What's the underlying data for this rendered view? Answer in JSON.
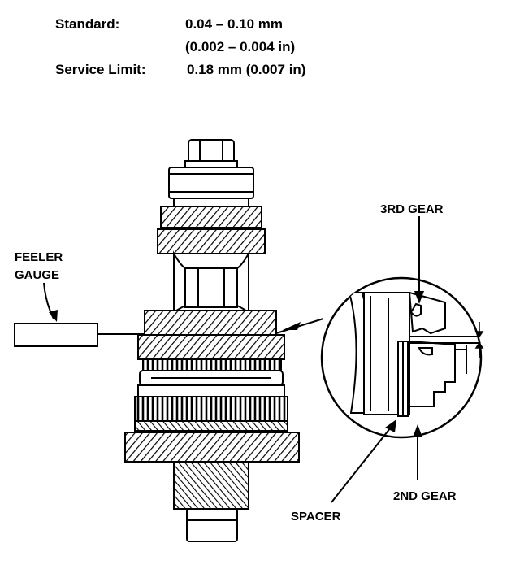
{
  "specs": {
    "standard_label": "Standard:",
    "standard_value_mm": "0.04 – 0.10 mm",
    "standard_value_in": "(0.002 – 0.004 in)",
    "limit_label": "Service Limit:",
    "limit_value": "0.18 mm (0.007 in)"
  },
  "callouts": {
    "feeler_gauge_line1": "FEELER",
    "feeler_gauge_line2": "GAUGE",
    "third_gear": "3RD GEAR",
    "second_gear": "2ND GEAR",
    "spacer": "SPACER"
  }
}
